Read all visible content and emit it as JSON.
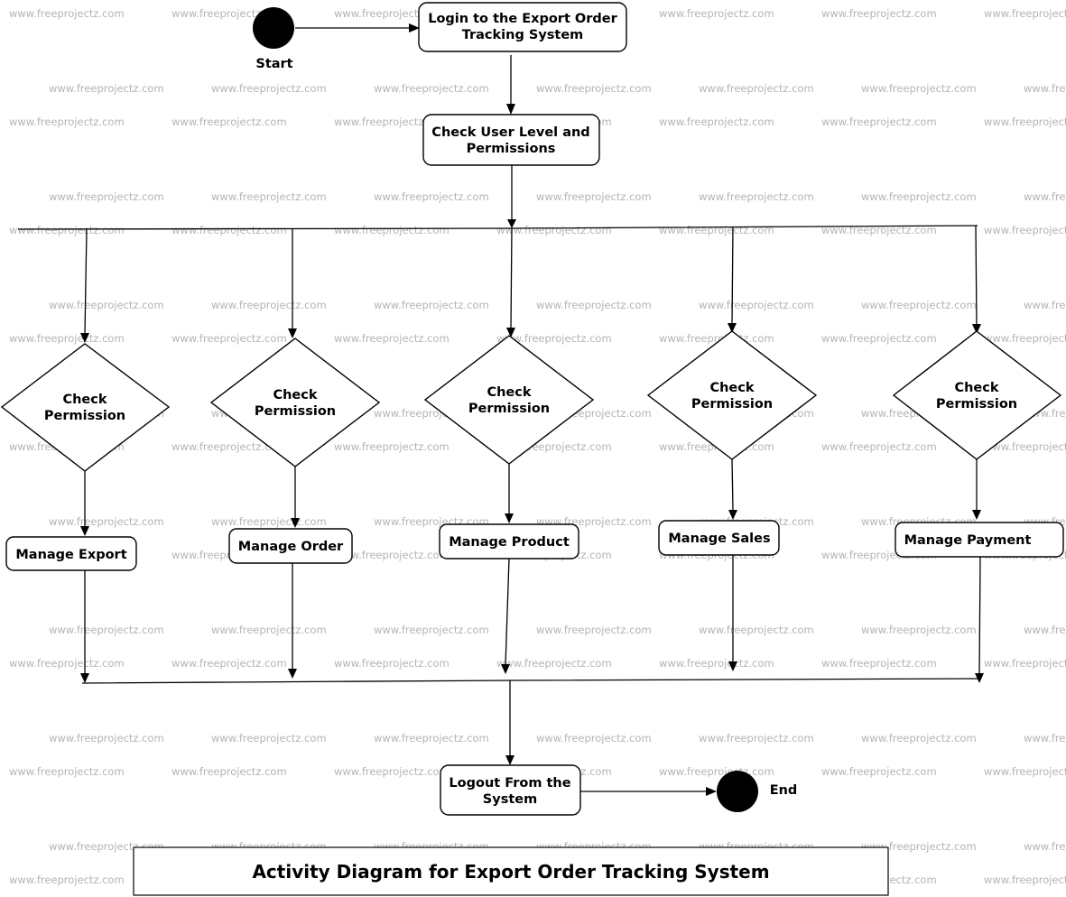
{
  "watermark": "www.freeprojectz.com",
  "start": {
    "label": "Start"
  },
  "end": {
    "label": "End"
  },
  "activities": {
    "login": [
      "Login to the Export Order",
      "Tracking System"
    ],
    "check_level": [
      "Check User Level and",
      "Permissions"
    ],
    "logout": [
      "Logout From the",
      "System"
    ]
  },
  "decision_label": [
    "Check",
    "Permission"
  ],
  "branches": [
    {
      "action": "Manage Export"
    },
    {
      "action": "Manage Order"
    },
    {
      "action": "Manage Product"
    },
    {
      "action": "Manage Sales"
    },
    {
      "action": "Manage Payment"
    }
  ],
  "caption": "Activity Diagram for Export Order Tracking System"
}
